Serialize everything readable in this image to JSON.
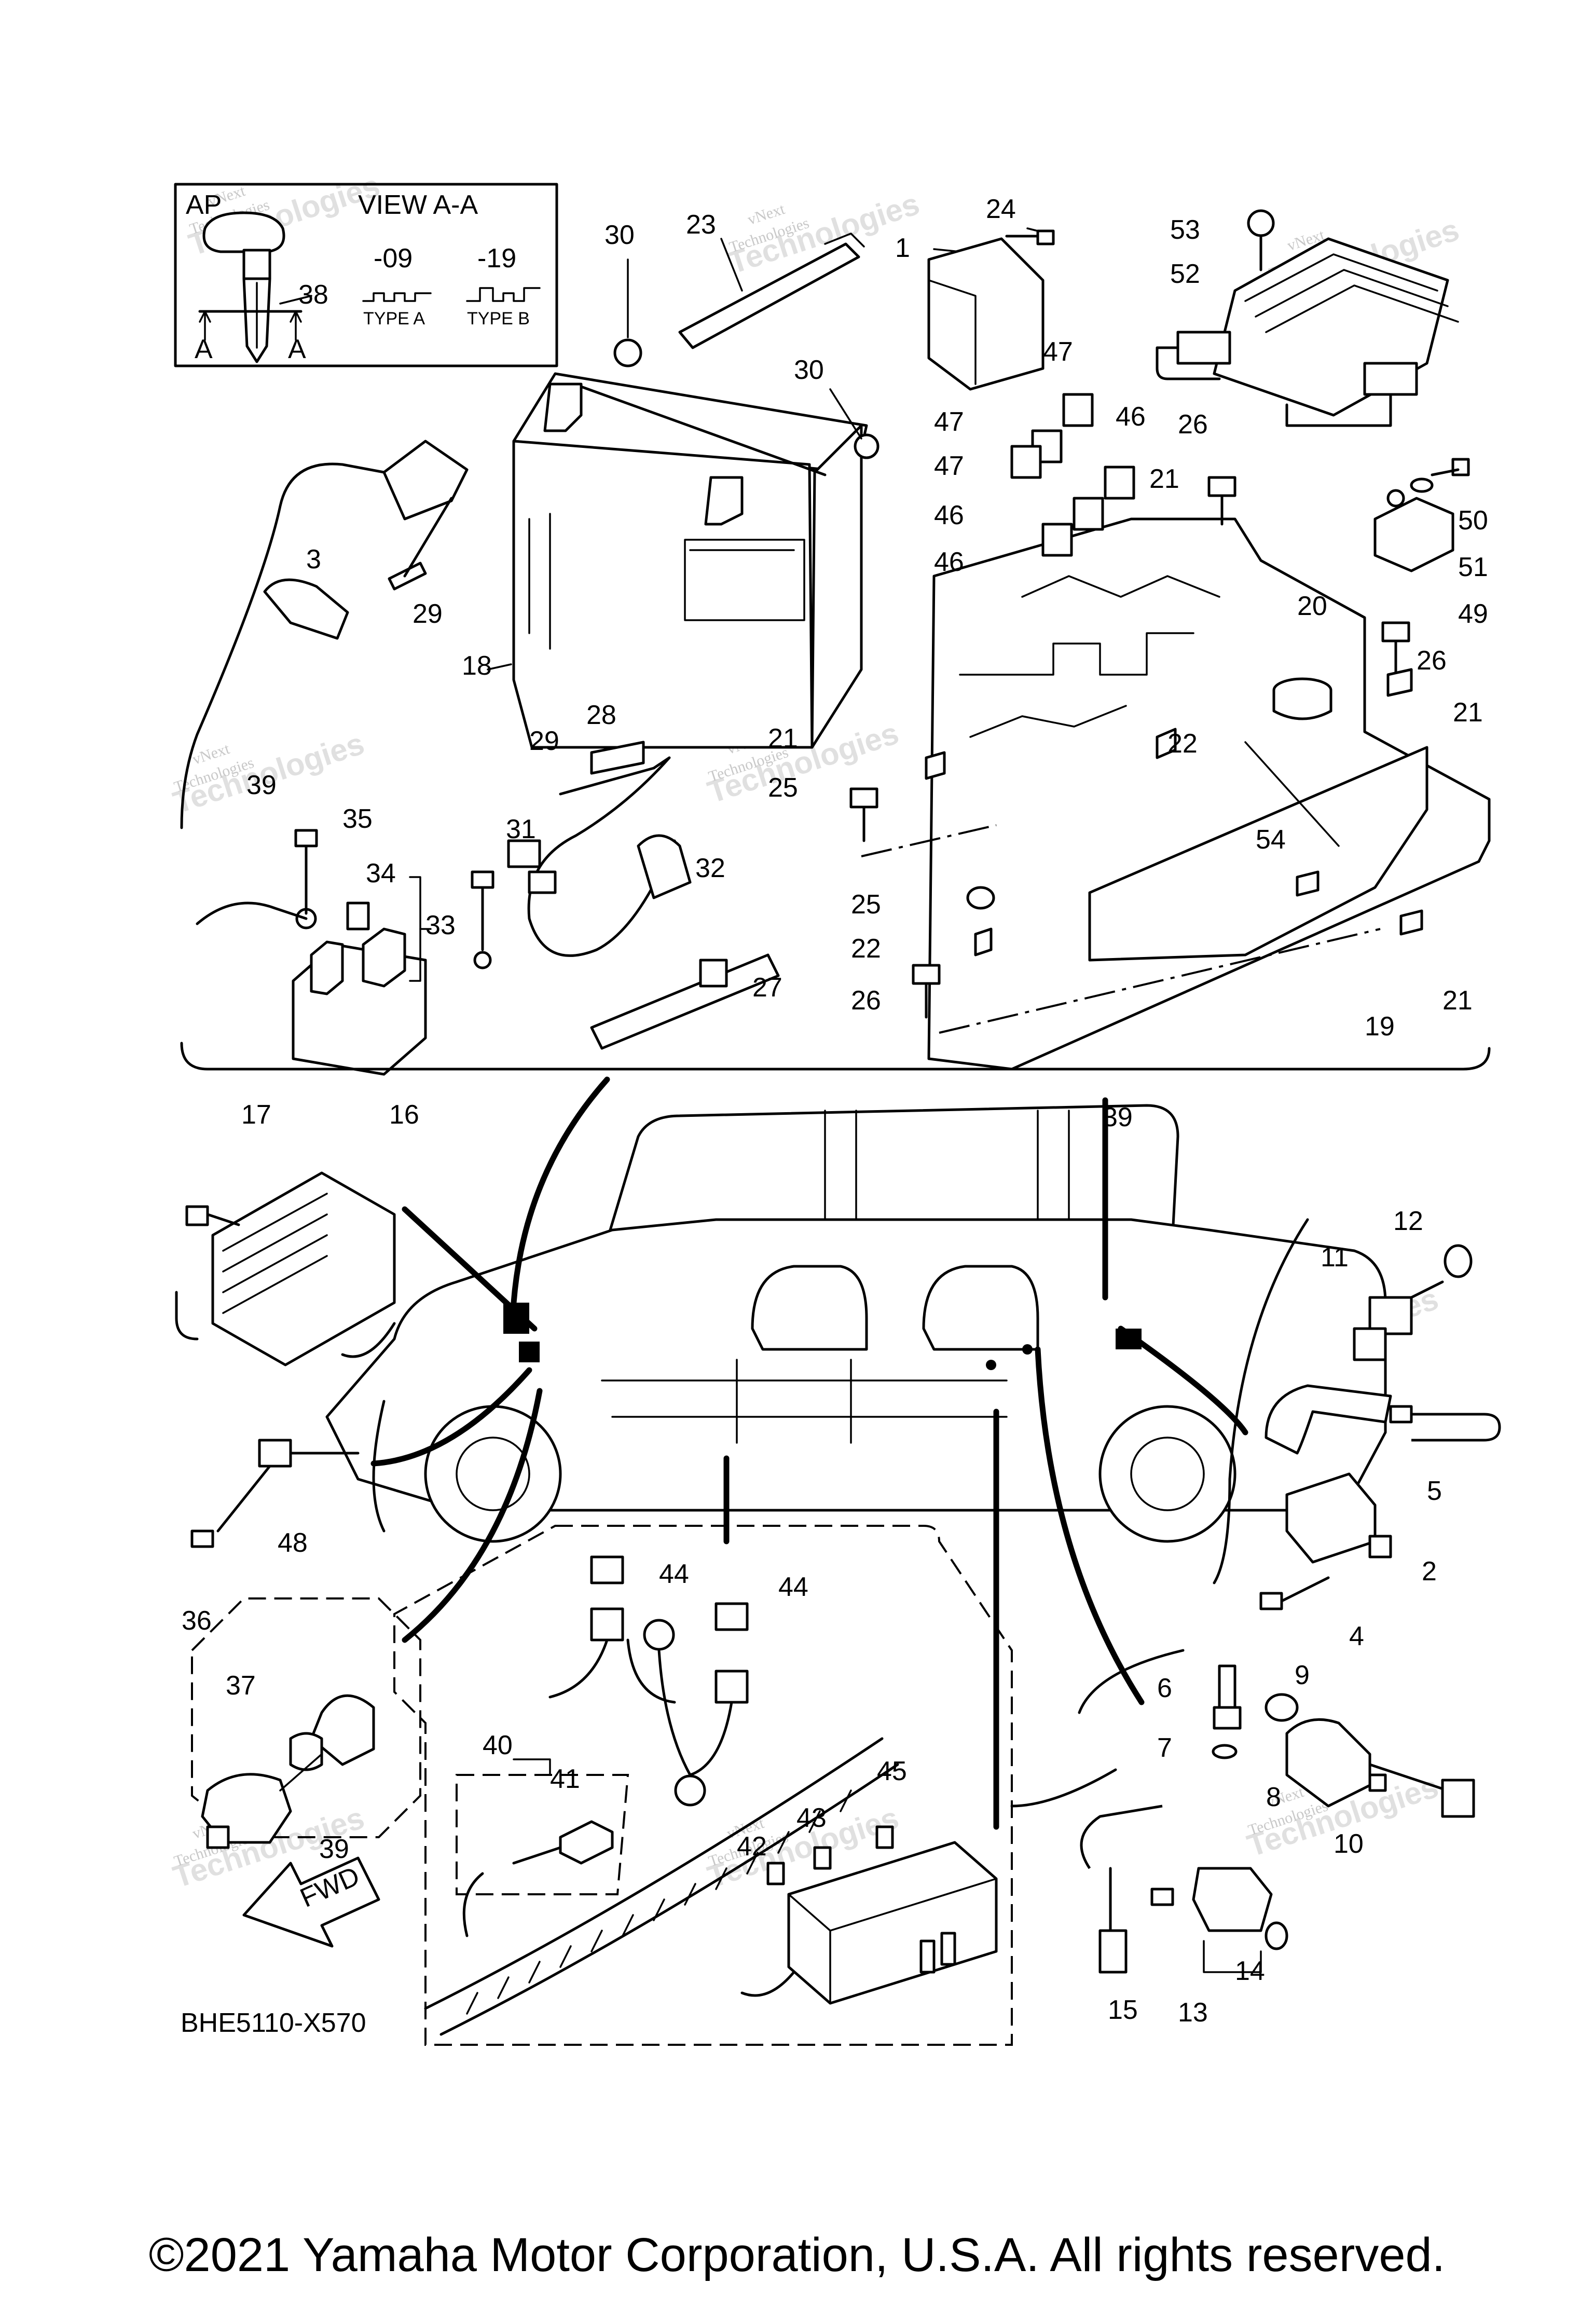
{
  "inset": {
    "model_code": "AP",
    "view_title": "VIEW A-A",
    "variant_left": "-09",
    "variant_right": "-19",
    "type_left": "TYPE A",
    "type_right": "TYPE B",
    "section_mark": "A",
    "key_callout": "38"
  },
  "callouts": {
    "c1": "1",
    "c2": "2",
    "c3": "3",
    "c4": "4",
    "c5": "5",
    "c6": "6",
    "c7": "7",
    "c8": "8",
    "c9": "9",
    "c10": "10",
    "c11": "11",
    "c12": "12",
    "c13": "13",
    "c14": "14",
    "c15": "15",
    "c16": "16",
    "c17": "17",
    "c18": "18",
    "c19": "19",
    "c20": "20",
    "c21": "21",
    "c22": "22",
    "c23": "23",
    "c24": "24",
    "c25": "25",
    "c26": "26",
    "c27": "27",
    "c28": "28",
    "c29": "29",
    "c30": "30",
    "c31": "31",
    "c32": "32",
    "c33": "33",
    "c34": "34",
    "c35": "35",
    "c36": "36",
    "c37": "37",
    "c39": "39",
    "c40": "40",
    "c41": "41",
    "c42": "42",
    "c43": "43",
    "c44": "44",
    "c45": "45",
    "c46": "46",
    "c47": "47",
    "c48": "48",
    "c49": "49",
    "c50": "50",
    "c51": "51",
    "c52": "52",
    "c53": "53",
    "c54": "54"
  },
  "direction_label": "FWD",
  "diagram_code": "BHE5110-X570",
  "watermark": {
    "line1": "vNext",
    "line2": "Technologies",
    "faint": "Technologies"
  },
  "copyright": "©2021 Yamaha Motor Corporation, U.S.A. All rights reserved."
}
